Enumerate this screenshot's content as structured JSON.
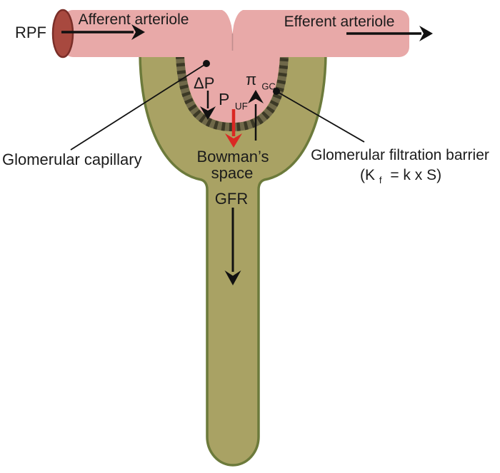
{
  "diagram": {
    "title": "Renal corpuscle / glomerular filtration diagram",
    "labels": {
      "rpf": "RPF",
      "afferent_arteriole": "Afferent arteriole",
      "efferent_arteriole": "Efferent arteriole",
      "delta_p": "ΔP",
      "p_main": "P",
      "p_sub": "UF",
      "pi_main": "π",
      "pi_sub": "GC",
      "glomerular_capillary": "Glomerular capillary",
      "bowmans_line1": "Bowman’s",
      "bowmans_line2": "space",
      "gfr": "GFR",
      "filtration_barrier": "Glomerular filtration barrier",
      "kf_open": "(K",
      "kf_sub": "f",
      "kf_rest": "= k x S)"
    },
    "colors": {
      "vessel_pink": "#e8a9a8",
      "vessel_notch_line": "#c08d8e",
      "vessel_end_fill": "#a8493f",
      "vessel_end_stroke": "#7a2e28",
      "capsule_olive": "#a9a264",
      "capsule_stroke": "#6c7a3b",
      "barrier_base": "#6f6849",
      "barrier_dots": "#3c3926",
      "arrow_black": "#111111",
      "arrow_red": "#da2823",
      "text_black": "#1b1b1b"
    }
  }
}
